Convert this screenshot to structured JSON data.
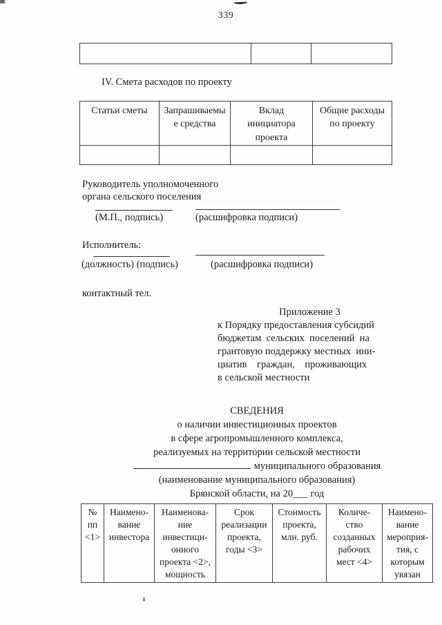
{
  "page": {
    "number": "339"
  },
  "top_table": {
    "note": "empty continuation table, one row, three columns"
  },
  "section_iv": {
    "title": "IV. Смета расходов по проекту",
    "table": {
      "headers": [
        "Статьи сметы",
        "Запрашиваемы\nе средства",
        "Вклад\nинициатора\nпроекта",
        "Общие расходы\nпо проекту"
      ]
    }
  },
  "signatures": {
    "head_line1": "Руководитель уполномоченного",
    "head_line2": "органа сельского поселения",
    "sig1_left_caption": "(М.П., подпись)",
    "sig1_right_caption": "(расшифровка подписи)",
    "executor_label": "Исполнитель:",
    "sig2_left_caption": "(должность) (подпись)",
    "sig2_right_caption": "(расшифровка подписи)",
    "contact_label": "контактный тел."
  },
  "appendix": {
    "title": "Приложение 3",
    "body": "к Порядку предоставления субсидий\nбюджетам  сельских  поселений  на\nгрантовую поддержку местных  ини-\nциатив    граждан,    проживающих\nв сельской местности"
  },
  "svedeniya": {
    "title": "СВЕДЕНИЯ",
    "line2": "о наличии инвестиционных проектов",
    "line3": "в сфере агропромышленного комплекса,",
    "line4": "реализуемых на территории сельской местности",
    "line5_text": "муниципального образования",
    "line6": "(наименование муниципального образования)",
    "line7": "Брянской области, на 20___ год"
  },
  "info_table": {
    "headers": [
      "№\nпп\n<1>",
      "Наимено-\nвание\nинвестора",
      "Наименова-\nние\nинвестици-\nонного\nпроекта <2>,\nмощность",
      "Срок\nреализации\nпроекта,\nгоды <3>",
      "Стоимость\nпроекта,\nмлн. руб.",
      "Количе-\nство\nсозданных\nрабочих\nмест <4>",
      "Наимено-\nвание\nмероприя-\nтия, с\nкоторым\nувязан"
    ]
  }
}
